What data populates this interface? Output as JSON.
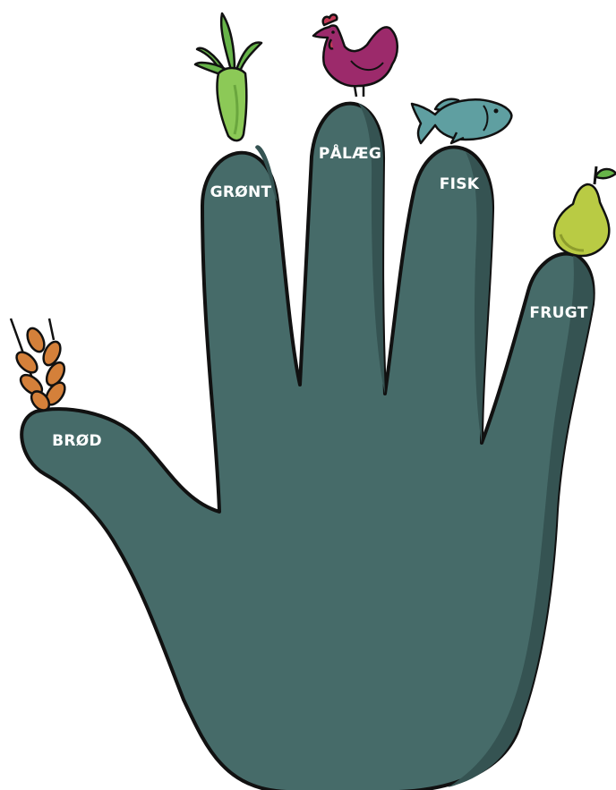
{
  "diagram": {
    "labels": {
      "thumb": "BRØD",
      "index": "GRØNT",
      "middle": "PÅLÆG",
      "ring": "FISK",
      "pinky": "FRUGT"
    },
    "icons": {
      "thumb": "wheat-icon",
      "index": "carrot-icon",
      "middle": "chicken-icon",
      "ring": "fish-icon",
      "pinky": "pear-icon"
    },
    "colors": {
      "hand": "#466b69",
      "hand_shadow": "#355352",
      "outline": "#111111",
      "label_text": "#ffffff",
      "wheat": "#d4803a",
      "carrot": "#8cc957",
      "leaves": "#67b449",
      "chicken": "#9c2a6b",
      "fish": "#5f9fa1",
      "pear": "#b9cb44"
    }
  }
}
